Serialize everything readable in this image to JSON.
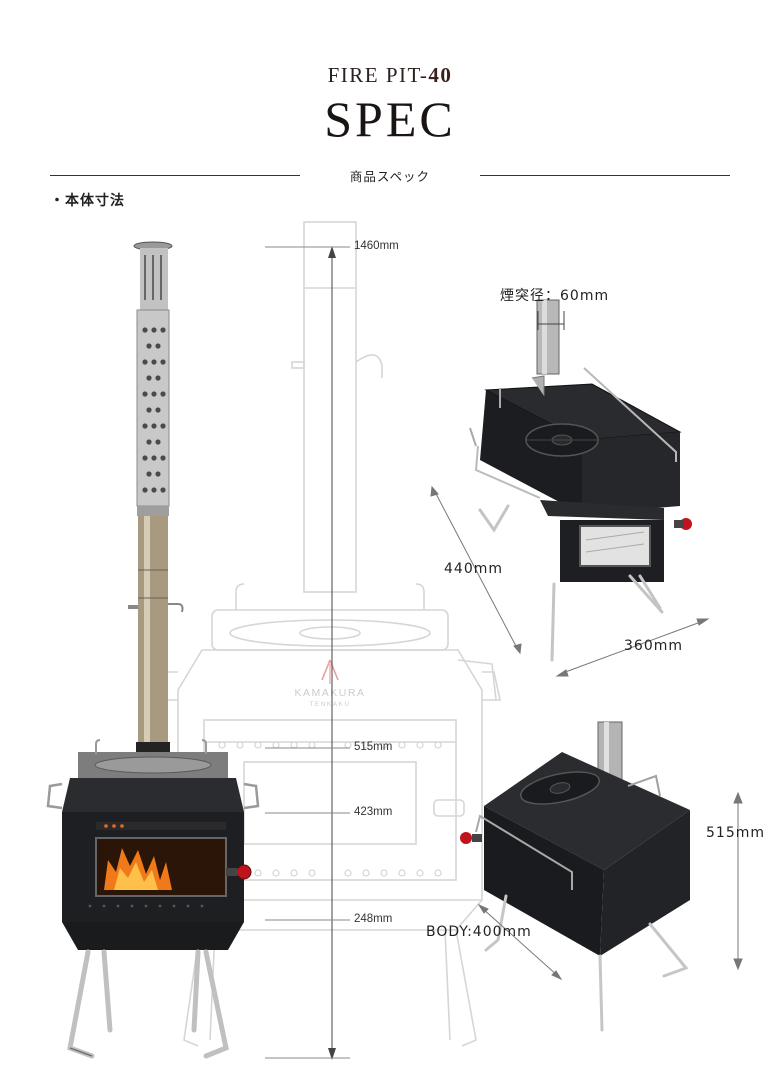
{
  "header": {
    "model_prefix": "FIRE PIT-",
    "model_number": "40",
    "title": "SPEC",
    "subtitle": "商品スペック"
  },
  "section": {
    "label": "・本体寸法"
  },
  "front_view": {
    "dims": {
      "total_height": "1460mm",
      "body_top": "515mm",
      "body_mid": "423mm",
      "leg_height": "248mm"
    },
    "brand_main": "KAMAKURA",
    "brand_sub": "TENKAKU"
  },
  "top_view": {
    "chimney_dia": "煙突径：60mm",
    "depth": "440mm",
    "width": "360mm"
  },
  "side_view": {
    "height": "515mm",
    "body_depth": "BODY:400mm"
  },
  "colors": {
    "stove_black": "#1e1f22",
    "steel": "#b9b9b9",
    "outline_gray": "#d4d4d4",
    "fire": "#f07a1a",
    "knob_red": "#c0141c"
  }
}
